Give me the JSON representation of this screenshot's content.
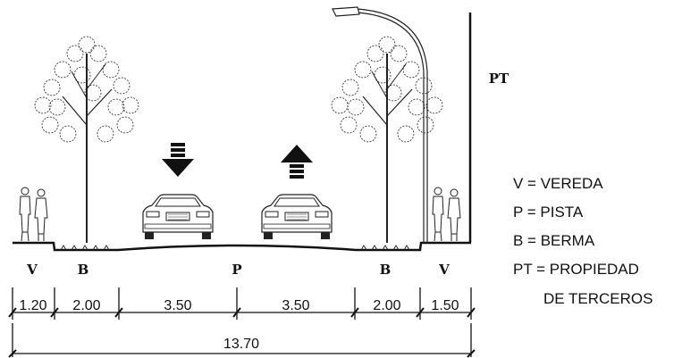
{
  "labels": {
    "v_left": "V",
    "b_left": "B",
    "p": "P",
    "b_right": "B",
    "v_right": "V",
    "pt": "PT"
  },
  "dimensions": {
    "seg1": "1.20",
    "seg2": "2.00",
    "seg3": "3.50",
    "seg4": "3.50",
    "seg5": "2.00",
    "seg6": "1.50",
    "total": "13.70"
  },
  "legend": [
    "V = VEREDA",
    "P = PISTA",
    "B = BERMA",
    "PT = PROPIEDAD",
    "DE TERCEROS"
  ]
}
